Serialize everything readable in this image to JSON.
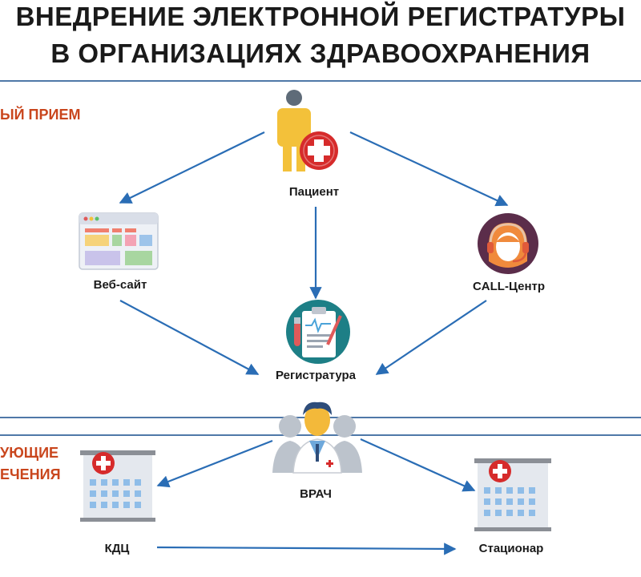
{
  "title": {
    "line1": "ВНЕДРЕНИЕ ЭЛЕКТРОННОЙ РЕГИСТРАТУРЫ",
    "line2": "В ОРГАНИЗАЦИЯХ ЗДРАВООХРАНЕНИЯ"
  },
  "sections": {
    "top": "ЫЙ ПРИЕМ",
    "bottom_line1": "УЮЩИЕ",
    "bottom_line2": "ЕЧЕНИЯ"
  },
  "nodes": {
    "patient": "Пациент",
    "website": "Веб-сайт",
    "callcenter": "CALL-Центр",
    "registry": "Регистратура",
    "doctor": "ВРАЧ",
    "kdc": "КДЦ",
    "hospital": "Стационар"
  },
  "colors": {
    "accent": "#c9461d",
    "arrow": "#2a6db5",
    "rule": "#4f78a8",
    "teal": "#1d7f86",
    "red": "#d62b2b"
  }
}
